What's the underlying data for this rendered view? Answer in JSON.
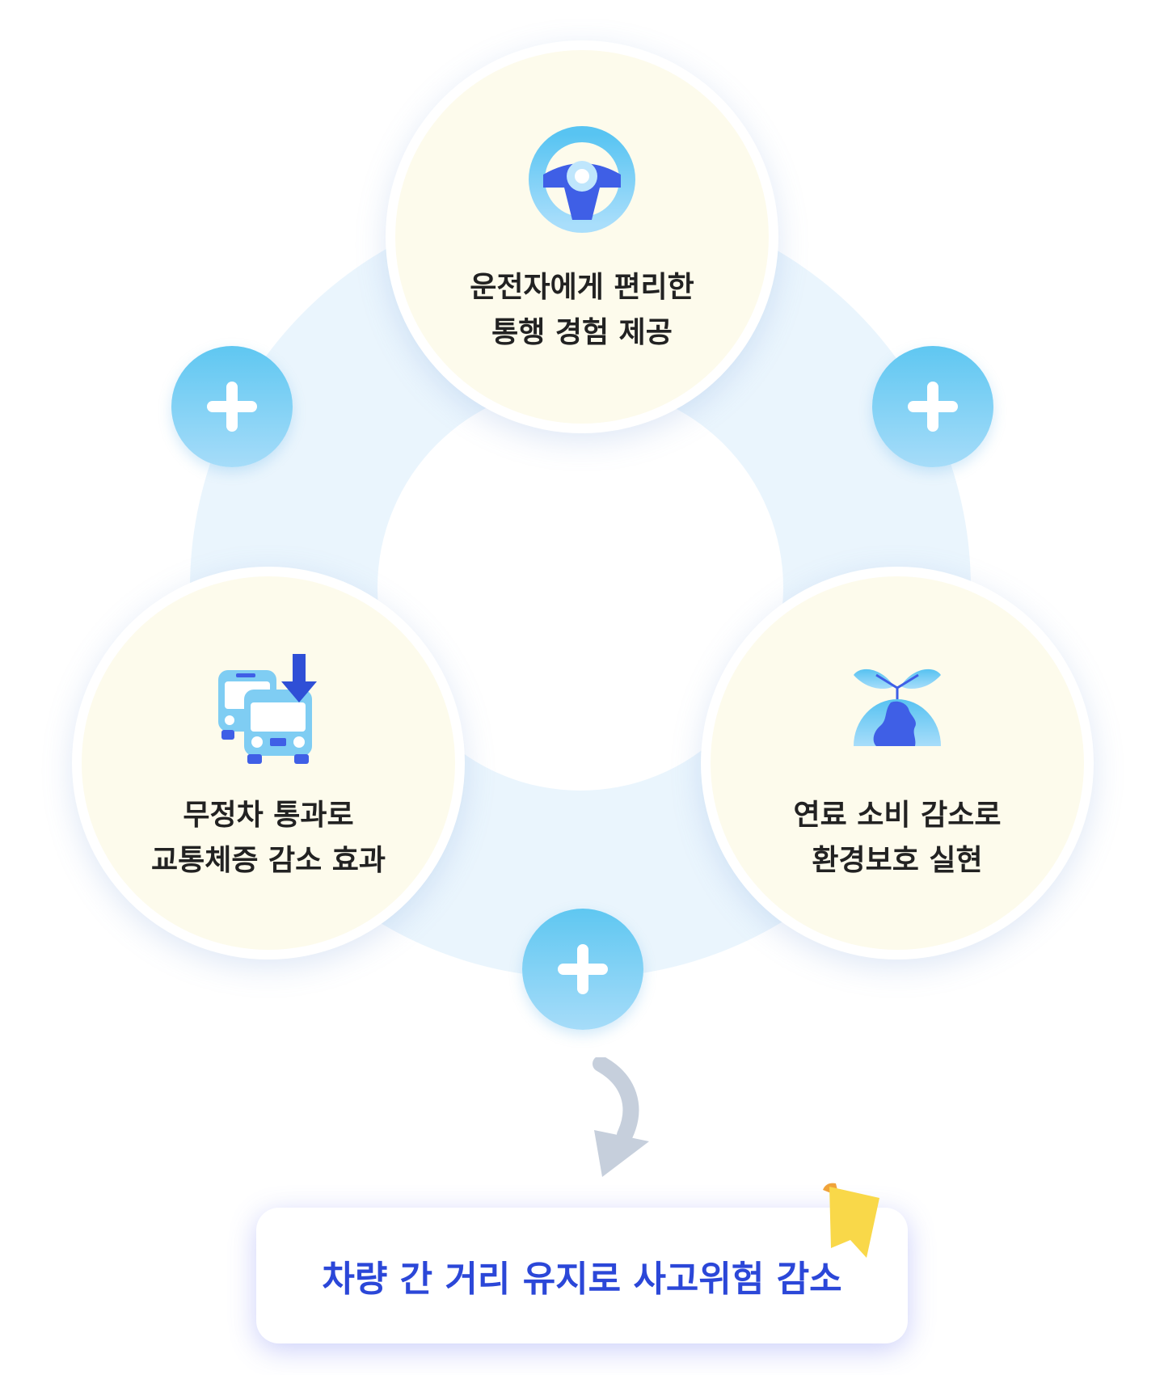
{
  "diagram": {
    "nodes": [
      {
        "id": "driver",
        "icon": "steering-wheel-icon",
        "lines": [
          "운전자에게 편리한",
          "통행 경험 제공"
        ]
      },
      {
        "id": "traffic",
        "icon": "bus-icon",
        "lines": [
          "무정차 통과로",
          "교통체증 감소 효과"
        ]
      },
      {
        "id": "environment",
        "icon": "sprout-earth-icon",
        "lines": [
          "연료 소비 감소로",
          "환경보호 실현"
        ]
      }
    ],
    "connectors": [
      "plus-icon",
      "plus-icon",
      "plus-icon"
    ],
    "result": {
      "text": "차량 간 거리 유지로 사고위험 감소",
      "icon": "bookmark-ribbon-icon"
    }
  },
  "colors": {
    "ring": "#eaf5fd",
    "node_fill": "#fdfbec",
    "plus_top": "#5fc7f1",
    "plus_bottom": "#a6dcf9",
    "result_text": "#2b47d8",
    "arrow": "#c6cfdc",
    "ribbon": "#f9d849"
  }
}
